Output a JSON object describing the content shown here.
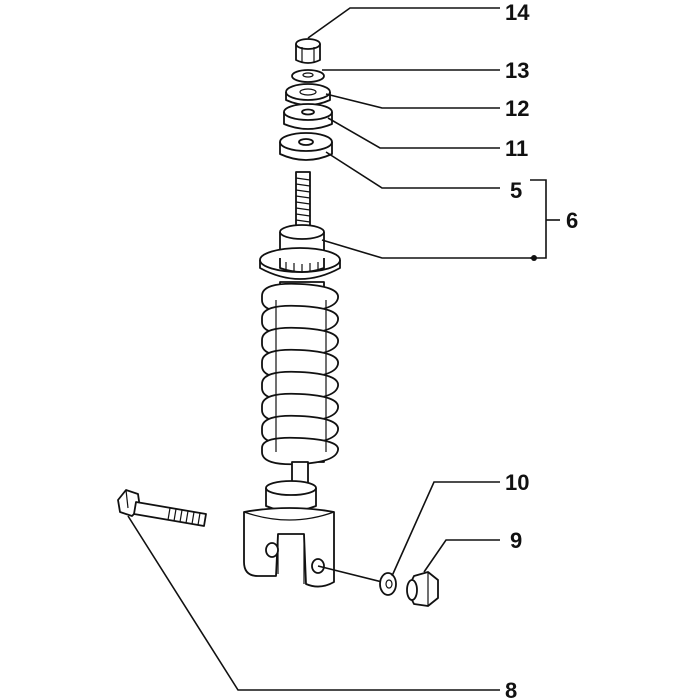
{
  "diagram": {
    "callouts": [
      {
        "id": "14",
        "label": "14"
      },
      {
        "id": "13",
        "label": "13"
      },
      {
        "id": "12",
        "label": "12"
      },
      {
        "id": "11",
        "label": "11"
      },
      {
        "id": "5",
        "label": "5"
      },
      {
        "id": "6",
        "label": "6"
      },
      {
        "id": "10",
        "label": "10"
      },
      {
        "id": "9",
        "label": "9"
      },
      {
        "id": "8",
        "label": "8"
      }
    ]
  }
}
